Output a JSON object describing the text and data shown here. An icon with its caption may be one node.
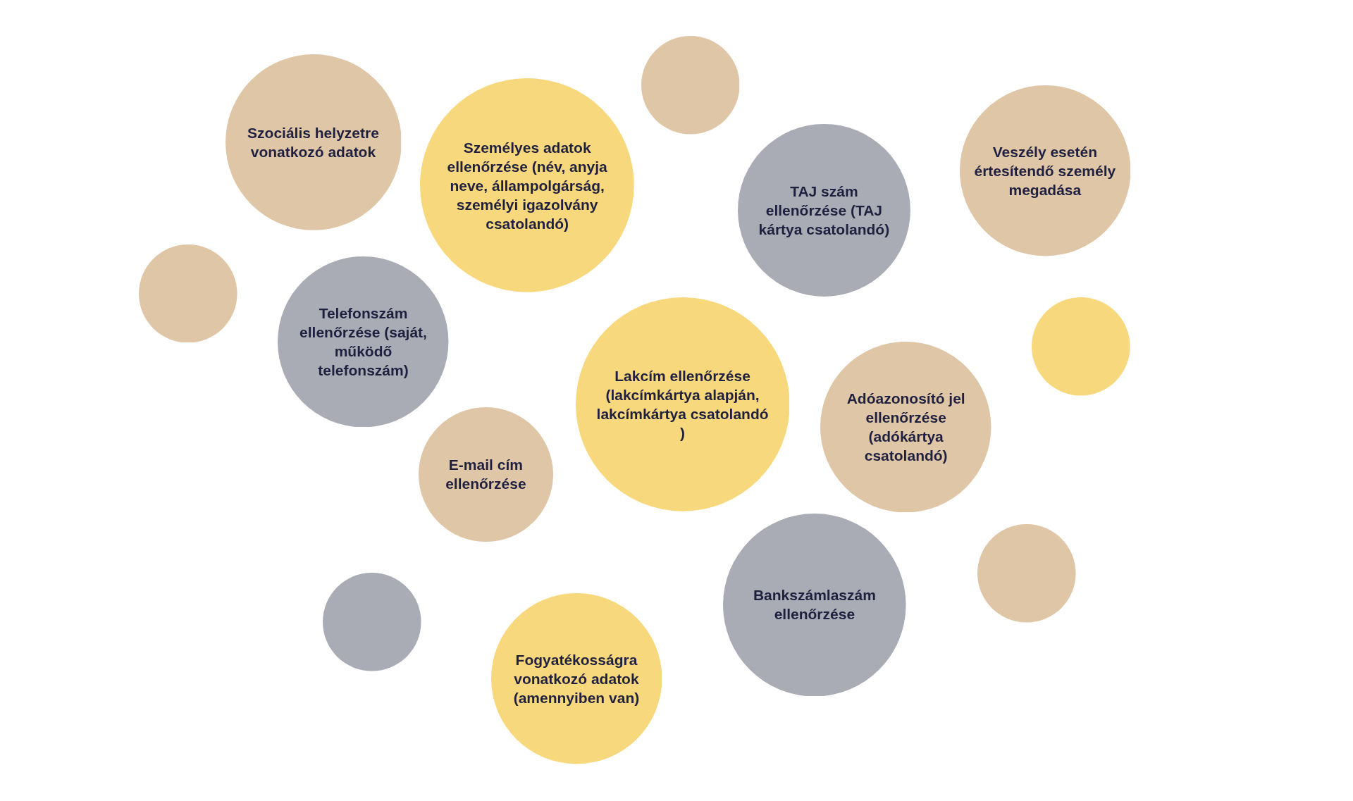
{
  "diagram": {
    "nodes": [
      {
        "text": [],
        "shape": "circle"
      },
      {
        "text": [
          "Szociális helyzetre vonatkozó adatok"
        ]
      },
      {
        "text": [
          "Személyes adatok ellenőrzése (név, anyja neve, állampolgárság, személyi igazolvány csatolandó)"
        ]
      },
      {
        "text": [
          "Veszély esetén értesítendő személy megadása"
        ]
      },
      {
        "text": [
          "TAJ szám ellenőrzése (TAJ kártya csatolandó)"
        ]
      },
      {
        "text": [],
        "shape": "circle"
      },
      {
        "text": [
          "Telefonszám ellenőrzése (saját, működő telefonszám)"
        ]
      },
      {
        "text": [],
        "shape": "circle"
      },
      {
        "text": [
          "Lakcím ellenőrzése (lakcímkártya alapján, lakcímkártya csatolandó )"
        ]
      },
      {
        "text": [
          "Adóazonosító jel ellenőrzése (adókártya csatolandó)"
        ]
      },
      {
        "text": [
          "E-mail cím ellenőrzése"
        ]
      },
      {
        "text": [],
        "shape": "circle"
      },
      {
        "text": [
          "Bankszámlaszám ellenőrzése"
        ]
      },
      {
        "text": [],
        "shape": "circle"
      },
      {
        "text": [
          "Fogyatékosságra vonatkozó adatok (amennyiben van)"
        ]
      }
    ]
  }
}
